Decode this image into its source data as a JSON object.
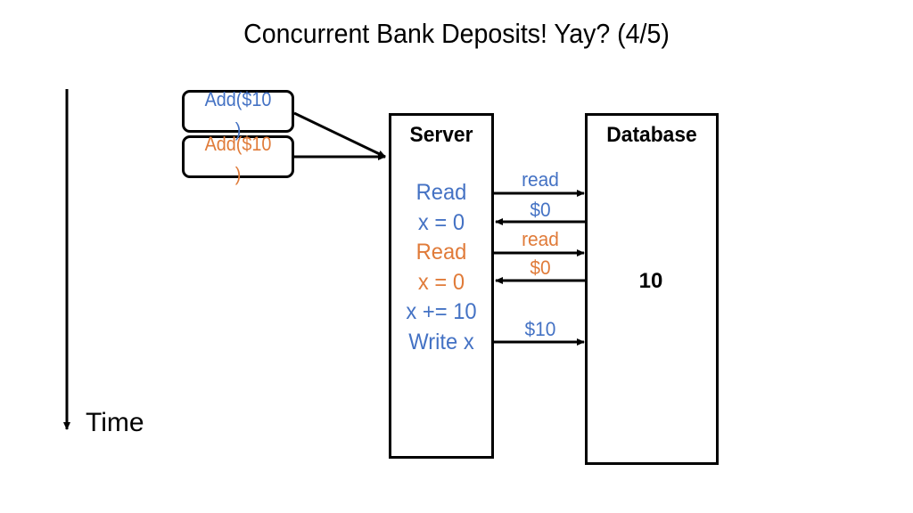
{
  "title": "Concurrent Bank Deposits! Yay? (4/5)",
  "colors": {
    "blue": "#4472C4",
    "orange": "#E07B39",
    "black": "#000000"
  },
  "time_label": "Time",
  "requests": [
    {
      "label": "Add($10\n)",
      "color": "blue"
    },
    {
      "label": "Add($10\n)",
      "color": "orange"
    }
  ],
  "server": {
    "title": "Server",
    "lines": [
      {
        "text": "Read",
        "color": "blue"
      },
      {
        "text": "x = 0",
        "color": "blue"
      },
      {
        "text": "Read",
        "color": "orange"
      },
      {
        "text": "x = 0",
        "color": "orange"
      },
      {
        "text": "x += 10",
        "color": "blue"
      },
      {
        "text": "Write x",
        "color": "blue"
      }
    ]
  },
  "database": {
    "title": "Database",
    "value": "10"
  },
  "messages": [
    {
      "text": "read",
      "color": "blue",
      "direction": "to-database"
    },
    {
      "text": "$0",
      "color": "blue",
      "direction": "to-server"
    },
    {
      "text": "read",
      "color": "orange",
      "direction": "to-database"
    },
    {
      "text": "$0",
      "color": "orange",
      "direction": "to-server"
    },
    {
      "text": "$10",
      "color": "blue",
      "direction": "to-database"
    }
  ]
}
